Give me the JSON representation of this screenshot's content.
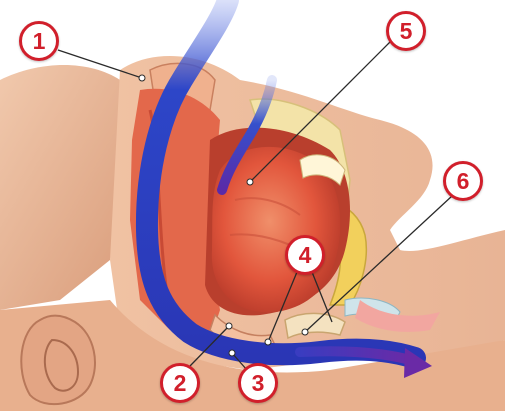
{
  "colors": {
    "callout_ring": "#d11f2b",
    "callout_fill": "#ffffff",
    "airflow": "#2b3fb8",
    "airflow_exit": "#5a2aa8",
    "skin": "#e9b99a",
    "tissue": "#e0523f",
    "tongue": "#c7402f",
    "bone": "#f3e7b8"
  },
  "callouts": [
    {
      "id": "1",
      "label": "1"
    },
    {
      "id": "5",
      "label": "5"
    },
    {
      "id": "6",
      "label": "6"
    },
    {
      "id": "4",
      "label": "4"
    },
    {
      "id": "2",
      "label": "2"
    },
    {
      "id": "3",
      "label": "3"
    }
  ]
}
